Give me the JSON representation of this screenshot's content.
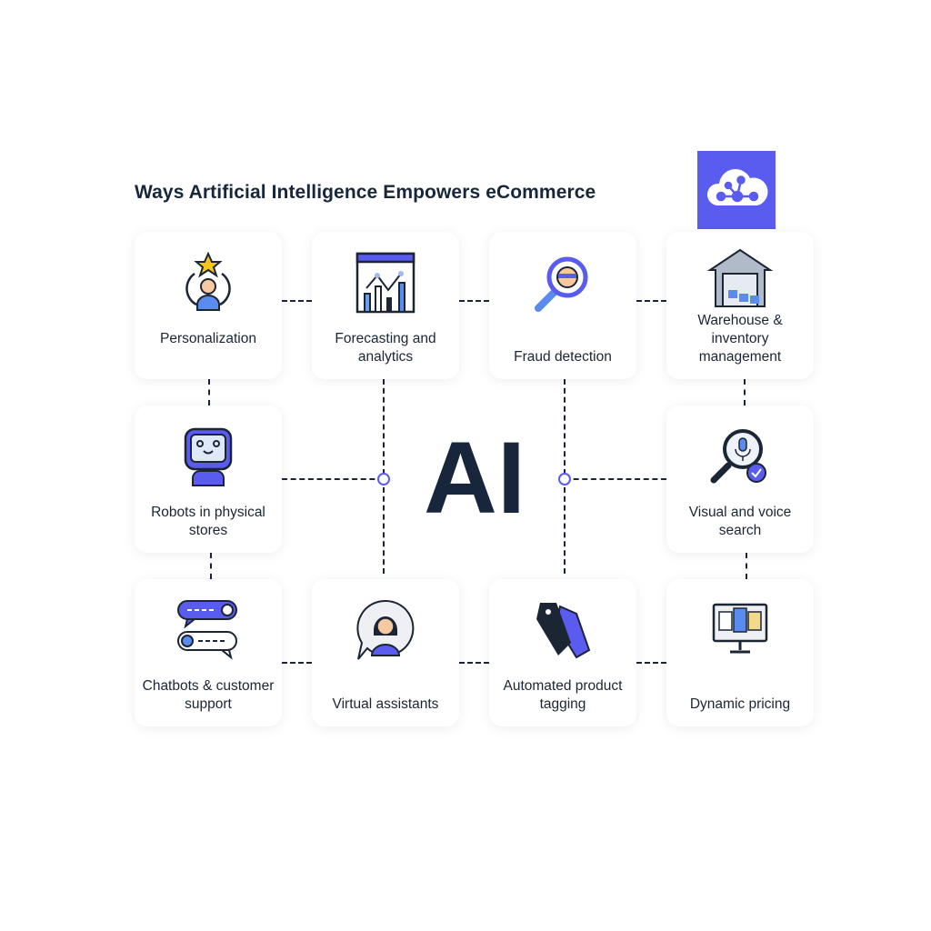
{
  "title": "Ways Artificial Intelligence Empowers eCommerce",
  "center_label": "AI",
  "colors": {
    "accent": "#5a5cf0",
    "dark": "#17263a"
  },
  "cards": [
    {
      "label": "Personalization",
      "icon": "person-star-icon"
    },
    {
      "label": "Forecasting and analytics",
      "icon": "analytics-chart-icon"
    },
    {
      "label": "Fraud detection",
      "icon": "magnifier-thief-icon"
    },
    {
      "label": "Warehouse & inventory management",
      "icon": "warehouse-icon"
    },
    {
      "label": "Robots in physical stores",
      "icon": "robot-icon"
    },
    {
      "label": "Visual and voice search",
      "icon": "voice-search-icon"
    },
    {
      "label": "Chatbots & customer support",
      "icon": "chat-bubbles-icon"
    },
    {
      "label": "Virtual assistants",
      "icon": "headset-agent-icon"
    },
    {
      "label": "Automated product tagging",
      "icon": "price-tags-icon"
    },
    {
      "label": "Dynamic pricing",
      "icon": "monitor-pricing-icon"
    }
  ]
}
